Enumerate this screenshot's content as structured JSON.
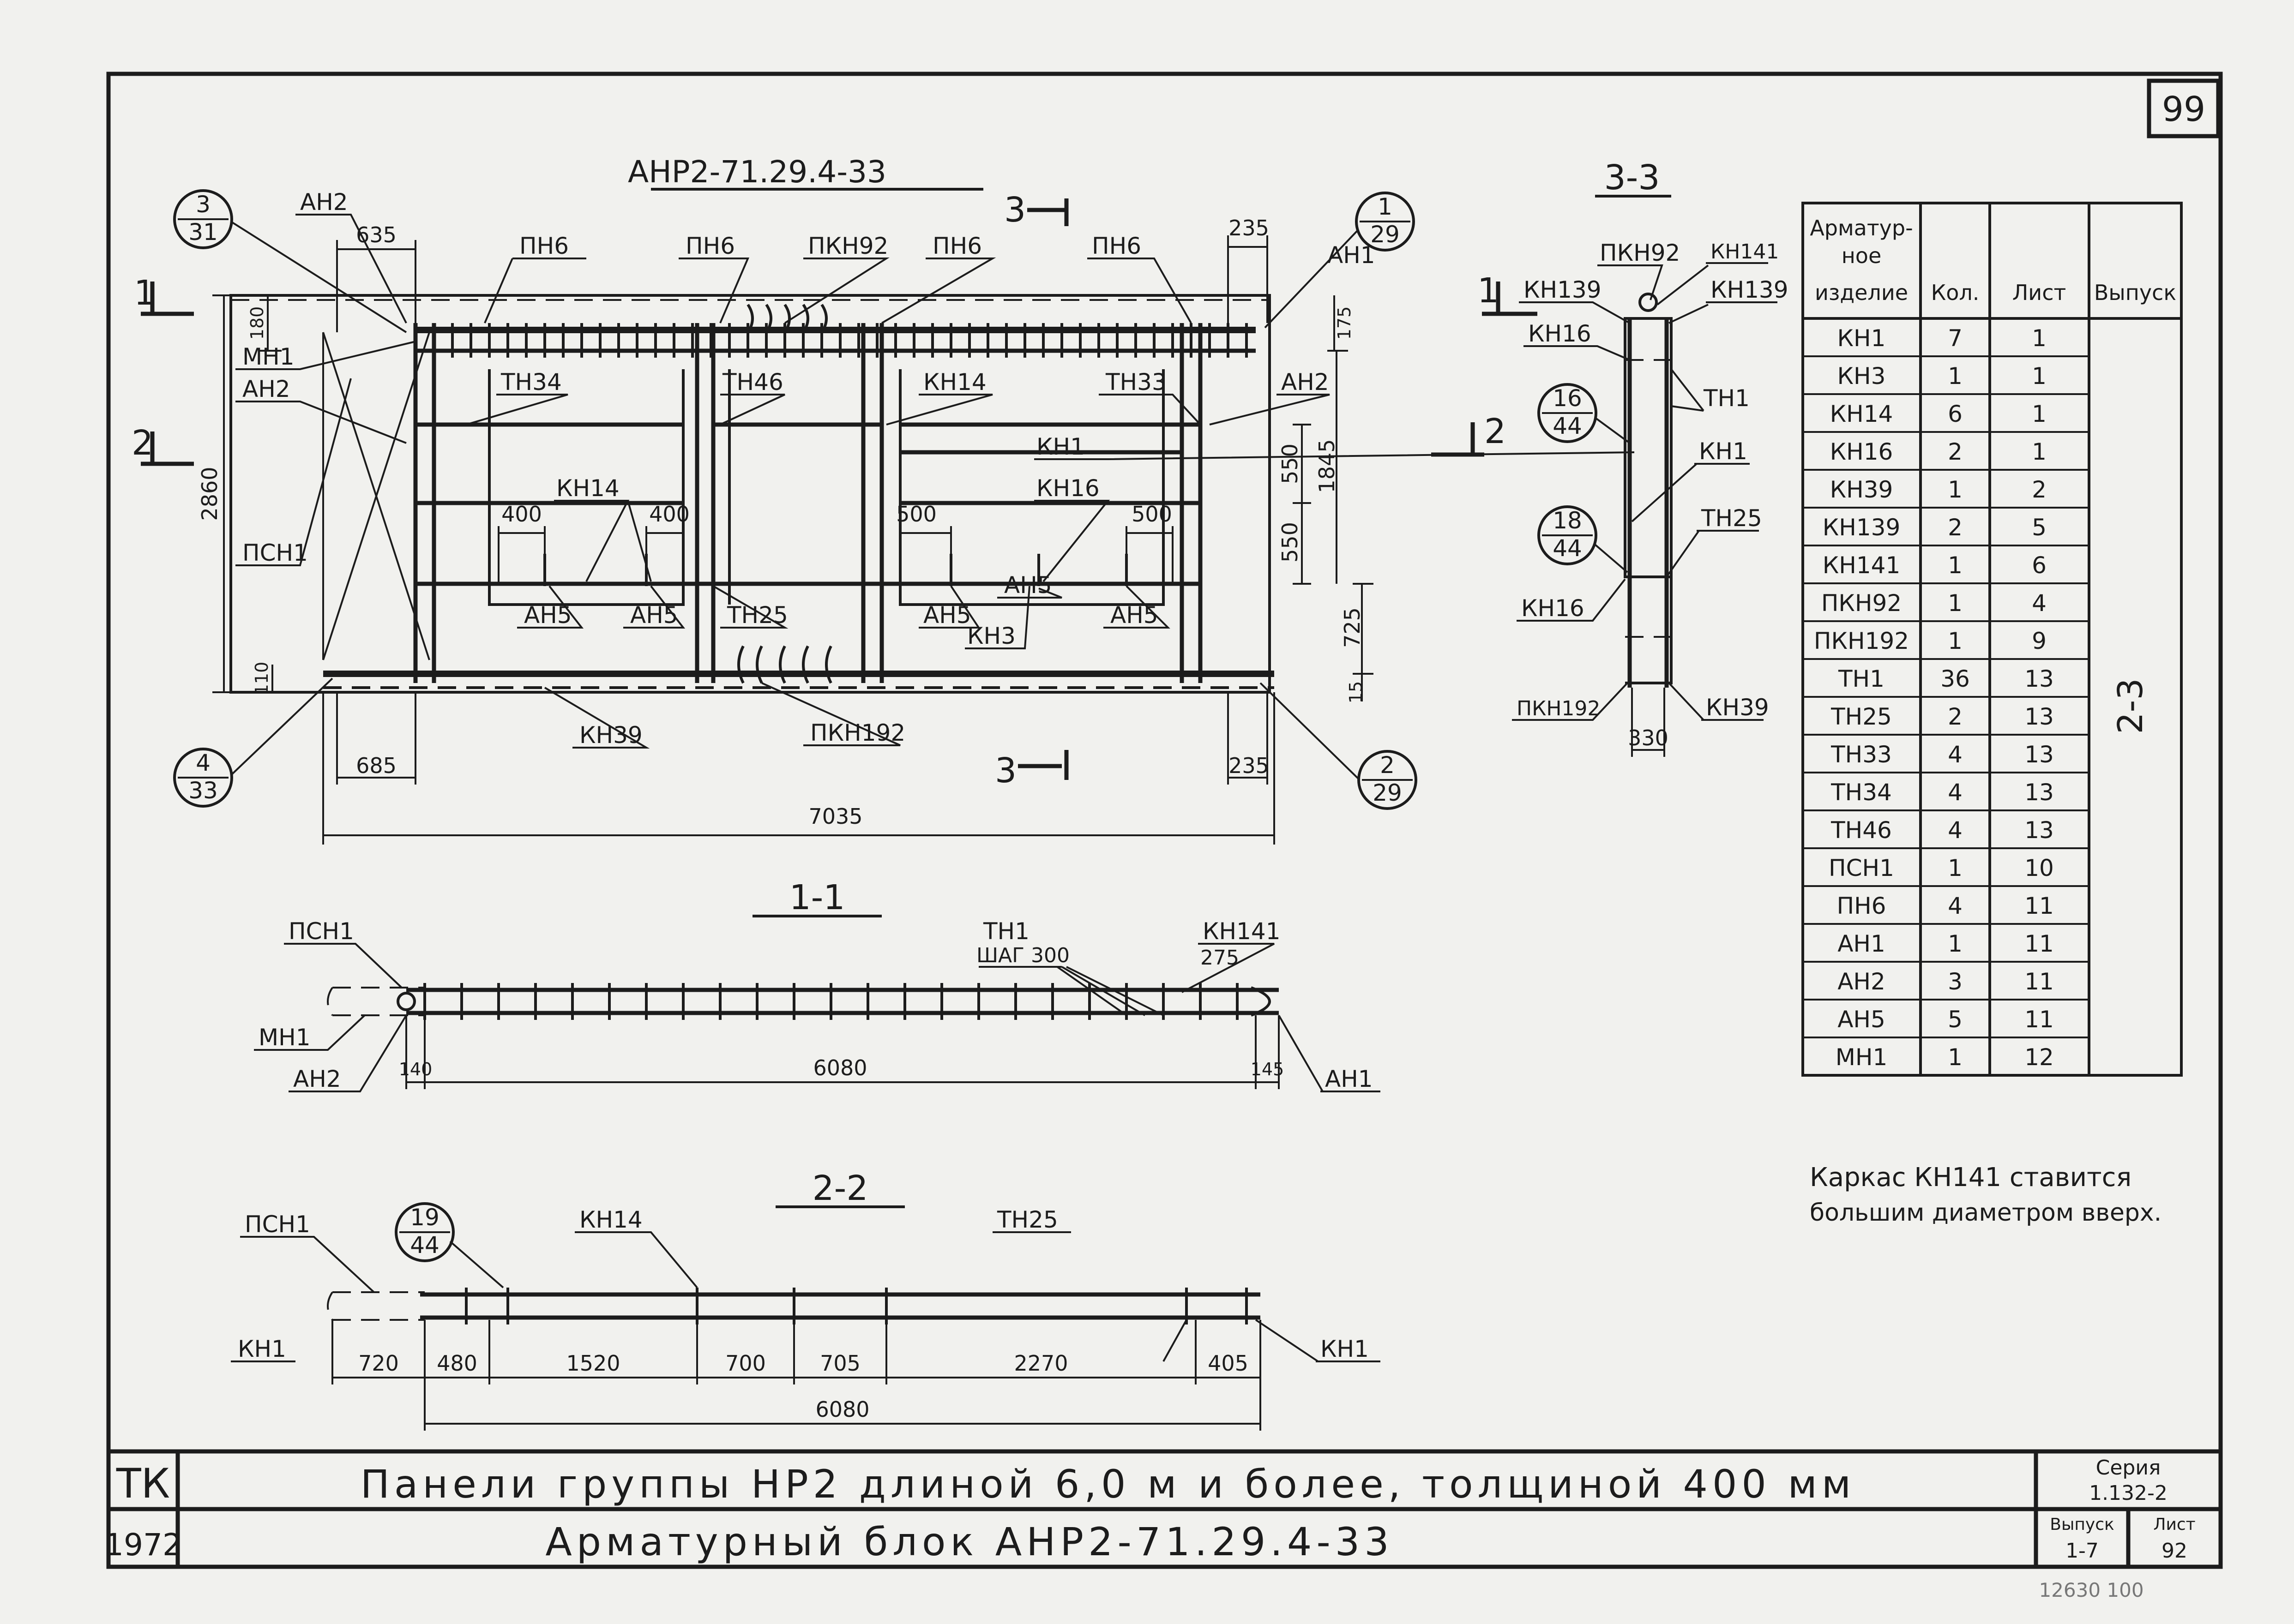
{
  "sheet_number": "99",
  "block_code": "АНР2-71.29.4-33",
  "sections": {
    "s33": "3-3",
    "s11": "1-1",
    "s22": "2-2"
  },
  "section_marks": {
    "m1": "1",
    "m2": "2",
    "m3": "3"
  },
  "callouts": [
    {
      "top": "3",
      "bottom": "31"
    },
    {
      "top": "1",
      "bottom": "29"
    },
    {
      "top": "4",
      "bottom": "33"
    },
    {
      "top": "2",
      "bottom": "29"
    },
    {
      "top": "16",
      "bottom": "44"
    },
    {
      "top": "18",
      "bottom": "44"
    },
    {
      "top": "19",
      "bottom": "44"
    }
  ],
  "plan_labels": {
    "an2_top": "АН2",
    "pn6_a": "ПН6",
    "pn6_b": "ПН6",
    "pkn92": "ПКН92",
    "pn6_c": "ПН6",
    "pn6_d": "ПН6",
    "an1": "АН1",
    "mn1": "МН1",
    "an2_left": "АН2",
    "psn1": "ПСН1",
    "tn34": "ТН34",
    "tn46": "ТН46",
    "kn14_a": "КН14",
    "tn33": "ТН33",
    "an2_right": "АН2",
    "kn1": "КН1",
    "kn14_b": "КН14",
    "kn16": "КН16",
    "an5_a": "АН5",
    "an5_b": "АН5",
    "tn25": "ТН25",
    "an5_c": "АН5",
    "kn3": "КН3",
    "an5_d": "АН5",
    "an5_e": "АН5",
    "kn39": "КН39",
    "pkn192": "ПКН192"
  },
  "plan_dims": {
    "d635": "635",
    "d235_top": "235",
    "d180": "180",
    "d175": "175",
    "d2860": "2860",
    "d550a": "550",
    "d550b": "550",
    "d1845": "1845",
    "d725": "725",
    "d110": "110",
    "d15": "15",
    "d400a": "400",
    "d400b": "400",
    "d500a": "500",
    "d500b": "500",
    "d685": "685",
    "d235_bot": "235",
    "d7035": "7035"
  },
  "s33_labels": {
    "pkn92": "ПКН92",
    "kn141": "КН141",
    "kn139_a": "КН139",
    "kn139_b": "КН139",
    "kn16_a": "КН16",
    "tn1": "ТН1",
    "kn1": "КН1",
    "tn25": "ТН25",
    "kn16_b": "КН16",
    "pkn192": "ПКН192",
    "kn39": "КН39",
    "d330": "330"
  },
  "s11_labels": {
    "psn1": "ПСН1",
    "mn1": "МН1",
    "an2": "АН2",
    "tn1": "ТН1",
    "step": "ШАГ 300",
    "kn141": "КН141",
    "d275": "275",
    "an1": "АН1",
    "d140": "140",
    "d6080": "6080",
    "d145": "145"
  },
  "s22_labels": {
    "psn1": "ПСН1",
    "kn14": "КН14",
    "tn25": "ТН25",
    "kn1_left": "КН1",
    "kn1_right": "КН1",
    "dims": [
      "720",
      "480",
      "1520",
      "700",
      "705",
      "2270",
      "405"
    ],
    "d6080": "6080"
  },
  "table": {
    "headers": [
      "Арматур-ное изделие",
      "Кол.",
      "Лист",
      "Выпуск"
    ],
    "rows": [
      [
        "КН1",
        "7",
        "1"
      ],
      [
        "КН3",
        "1",
        "1"
      ],
      [
        "КН14",
        "6",
        "1"
      ],
      [
        "КН16",
        "2",
        "1"
      ],
      [
        "КН39",
        "1",
        "2"
      ],
      [
        "КН139",
        "2",
        "5"
      ],
      [
        "КН141",
        "1",
        "6"
      ],
      [
        "ПКН92",
        "1",
        "4"
      ],
      [
        "ПКН192",
        "1",
        "9"
      ],
      [
        "ТН1",
        "36",
        "13"
      ],
      [
        "ТН25",
        "2",
        "13"
      ],
      [
        "ТН33",
        "4",
        "13"
      ],
      [
        "ТН34",
        "4",
        "13"
      ],
      [
        "ТН46",
        "4",
        "13"
      ],
      [
        "ПСН1",
        "1",
        "10"
      ],
      [
        "ПН6",
        "4",
        "11"
      ],
      [
        "АН1",
        "1",
        "11"
      ],
      [
        "АН2",
        "3",
        "11"
      ],
      [
        "АН5",
        "5",
        "11"
      ],
      [
        "МН1",
        "1",
        "12"
      ]
    ],
    "issue": "2-3"
  },
  "note": [
    "Каркас КН141 ставится",
    "большим диаметром вверх."
  ],
  "title_block": {
    "org": "ТК",
    "year": "1972",
    "line1": "Панели группы НР2 длиной 6,0 м и более, толщиной 400 мм",
    "line2": "Арматурный блок АНР2-71.29.4-33",
    "series_label": "Серия",
    "series_value": "1.132-2",
    "issue_label": "Выпуск",
    "issue_value": "1-7",
    "sheet_label": "Лист",
    "sheet_value": "92"
  },
  "stamp": "12630 100"
}
